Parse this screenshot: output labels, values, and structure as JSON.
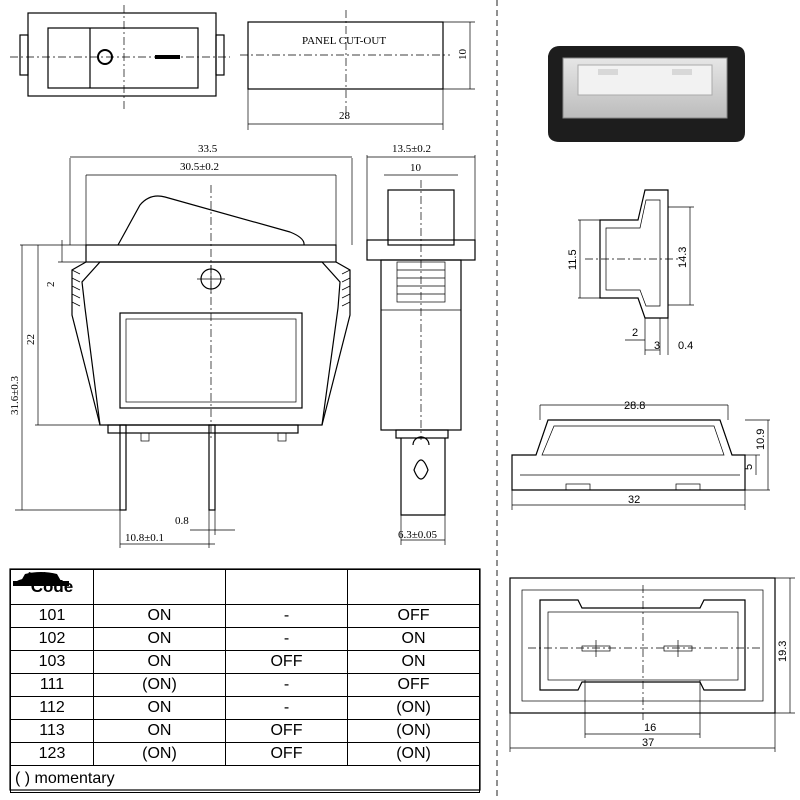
{
  "panel_cutout": {
    "label": "PANEL CUT-OUT",
    "width": "28",
    "height": "10"
  },
  "front_view": {
    "overall_width": "33.5",
    "inner_width": "30.5±0.2",
    "height_total": "31.6±0.3",
    "height_body": "22",
    "lip": "2",
    "pin_thickness": "0.8",
    "pin_spacing": "10.8±0.1"
  },
  "side_view": {
    "width": "13.5±0.2",
    "inner": "10",
    "terminal_width": "6.3±0.05"
  },
  "cover_side": {
    "h1": "11.5",
    "h2": "14.3",
    "d1": "2",
    "d2": "3",
    "d3": "0.4"
  },
  "cover_front": {
    "top_width": "28.8",
    "base_width": "32",
    "h_total": "10.9",
    "h_base": "5"
  },
  "cover_top": {
    "inner_width": "16",
    "outer_width": "37",
    "height": "19.3"
  },
  "table": {
    "header": "Code",
    "columns": [
      "rocker-left-down-icon",
      "rocker-center-icon",
      "rocker-right-down-icon"
    ],
    "rows": [
      {
        "code": "101",
        "c1": "ON",
        "c2": "-",
        "c3": "OFF"
      },
      {
        "code": "102",
        "c1": "ON",
        "c2": "-",
        "c3": "ON"
      },
      {
        "code": "103",
        "c1": "ON",
        "c2": "OFF",
        "c3": "ON"
      },
      {
        "code": "111",
        "c1": "(ON)",
        "c2": "-",
        "c3": "OFF"
      },
      {
        "code": "112",
        "c1": "ON",
        "c2": "-",
        "c3": "(ON)"
      },
      {
        "code": "113",
        "c1": "ON",
        "c2": "OFF",
        "c3": "(ON)"
      },
      {
        "code": "123",
        "c1": "(ON)",
        "c2": "OFF",
        "c3": "(ON)"
      }
    ],
    "note": "( ) momentary"
  }
}
